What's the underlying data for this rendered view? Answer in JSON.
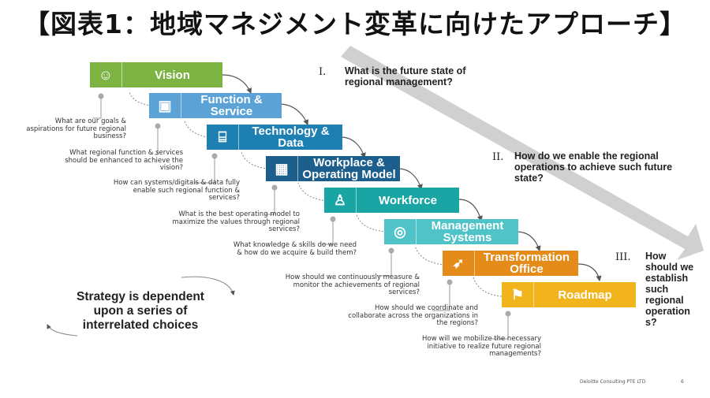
{
  "title": "【図表1：地域マネジメント変革に向けたアプローチ】",
  "steps": [
    {
      "label": "Vision",
      "color": "#7cb342",
      "icon": "head-icon"
    },
    {
      "label": "Function &\nService",
      "color": "#5ba3d6",
      "icon": "briefcase-icon"
    },
    {
      "label": "Technology &\nData",
      "color": "#1e7fb2",
      "icon": "monitor-icon"
    },
    {
      "label": "Workplace &\nOperating Model",
      "color": "#1c5e8c",
      "icon": "building-icon"
    },
    {
      "label": "Workforce",
      "color": "#1aa5a5",
      "icon": "people-icon"
    },
    {
      "label": "Management\nSystems",
      "color": "#4fc3c7",
      "icon": "compass-icon"
    },
    {
      "label": "Transformation\nOffice",
      "color": "#e58b1a",
      "icon": "rocket-icon"
    },
    {
      "label": "Roadmap",
      "color": "#f2b41c",
      "icon": "map-icon"
    }
  ],
  "questions": [
    "What are our goals &\naspirations for future regional\nbusiness?",
    "What regional function & services\nshould be enhanced to achieve the\nvision?",
    "How can systems/digitals & data fully\nenable such regional function &\nservices?",
    "What is the best operating model to\nmaximize the values through regional\nservices?",
    "What knowledge & skills do we need\n& how do we acquire & build them?",
    "How should we continuously measure &\nmonitor the achievements of regional\nservices?",
    "How should we coordinate and\ncollaborate across the organizations in\nthe regions?",
    "How will we mobilize the necessary\ninitiative to realize future regional\nmanagements?"
  ],
  "phases": [
    {
      "numeral": "I.",
      "text": "What is the future state of\nregional management?"
    },
    {
      "numeral": "II.",
      "text": "How do we enable the regional\noperations to achieve such future\nstate?"
    },
    {
      "numeral": "III.",
      "text": "How\nshould we\nestablish\nsuch\nregional\noperation\ns?"
    }
  ],
  "strategy": "Strategy is dependent\nupon a series of\ninterrelated choices",
  "footer": {
    "company": "Deloitte Consulting PTE LTD",
    "page": "6"
  },
  "colors": {
    "arrow": "#d0d0d0",
    "connector": "#555555",
    "callout": "#aaaaaa"
  }
}
